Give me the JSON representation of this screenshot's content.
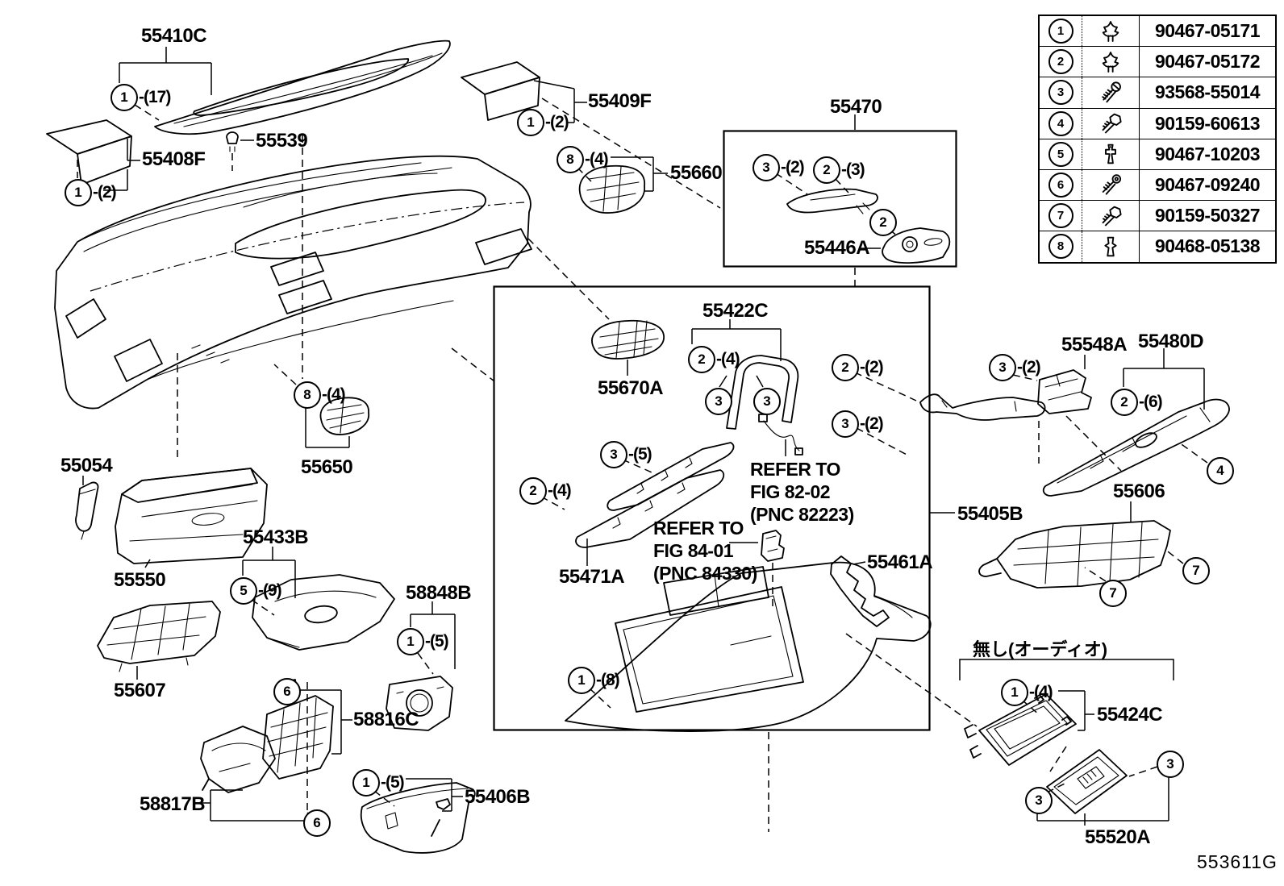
{
  "labels": {
    "p55410C": "55410C",
    "p55408F": "55408F",
    "p55539": "55539",
    "p55409F": "55409F",
    "p55660": "55660",
    "p55470": "55470",
    "p55446A": "55446A",
    "p55422C": "55422C",
    "p55670A": "55670A",
    "p55650": "55650",
    "p55054": "55054",
    "p55550": "55550",
    "p55433B": "55433B",
    "p55607": "55607",
    "p58848B": "58848B",
    "p58816C": "58816C",
    "p58817B": "58817B",
    "p55406B": "55406B",
    "p55471A": "55471A",
    "p55461A": "55461A",
    "p55405B": "55405B",
    "p55548A": "55548A",
    "p55480D": "55480D",
    "p55606": "55606",
    "p55424C": "55424C",
    "p55520A": "55520A"
  },
  "notes": {
    "audio_variant": "無し(オーディオ)",
    "refer_fig82": "REFER TO\nFIG 82-02\n(PNC 82223)",
    "refer_fig84": "REFER TO\nFIG 84-01\n(PNC 84330)",
    "doc_number": "553611G"
  },
  "callouts": {
    "c_410": {
      "num": "1",
      "qty": "-(17)"
    },
    "c_408": {
      "num": "1",
      "qty": "-(2)"
    },
    "c_409": {
      "num": "1",
      "qty": "-(2)"
    },
    "c_660": {
      "num": "8",
      "qty": "-(4)"
    },
    "c_470_3": {
      "num": "3",
      "qty": "-(2)"
    },
    "c_470_2": {
      "num": "2",
      "qty": "-(3)"
    },
    "c_446": {
      "num": "2"
    },
    "c_422": {
      "num": "2",
      "qty": "-(4)"
    },
    "c_422_3a": {
      "num": "3"
    },
    "c_422_3b": {
      "num": "3"
    },
    "c_brk2": {
      "num": "2",
      "qty": "-(2)"
    },
    "c_brk3": {
      "num": "3",
      "qty": "-(2)"
    },
    "c_strip3": {
      "num": "3",
      "qty": "-(5)"
    },
    "c_strip2": {
      "num": "2",
      "qty": "-(4)"
    },
    "c_console1": {
      "num": "1",
      "qty": "-(8)"
    },
    "c_650": {
      "num": "8",
      "qty": "-(4)"
    },
    "c_548": {
      "num": "3",
      "qty": "-(2)"
    },
    "c_480": {
      "num": "2",
      "qty": "-(6)"
    },
    "c_480_4": {
      "num": "4"
    },
    "c_606_7a": {
      "num": "7"
    },
    "c_606_7b": {
      "num": "7"
    },
    "c_424": {
      "num": "1",
      "qty": "-(4)"
    },
    "c_520_3a": {
      "num": "3"
    },
    "c_520_3b": {
      "num": "3"
    },
    "c_433": {
      "num": "5",
      "qty": "-(9)"
    },
    "c_848": {
      "num": "1",
      "qty": "-(5)"
    },
    "c_816_6": {
      "num": "6"
    },
    "c_817_6": {
      "num": "6"
    },
    "c_406": {
      "num": "1",
      "qty": "-(5)"
    }
  },
  "fastener_table": {
    "rows": [
      {
        "num": "1",
        "icon": "snap-clip",
        "part_no": "90467-05171"
      },
      {
        "num": "2",
        "icon": "snap-clip",
        "part_no": "90467-05172"
      },
      {
        "num": "3",
        "icon": "pan-screw",
        "part_no": "93568-55014"
      },
      {
        "num": "4",
        "icon": "hex-screw",
        "part_no": "90159-60613"
      },
      {
        "num": "5",
        "icon": "push-clip",
        "part_no": "90467-10203"
      },
      {
        "num": "6",
        "icon": "grommet-screw",
        "part_no": "90467-09240"
      },
      {
        "num": "7",
        "icon": "hex-screw",
        "part_no": "90159-50327"
      },
      {
        "num": "8",
        "icon": "hook-clip",
        "part_no": "90468-05138"
      }
    ]
  }
}
